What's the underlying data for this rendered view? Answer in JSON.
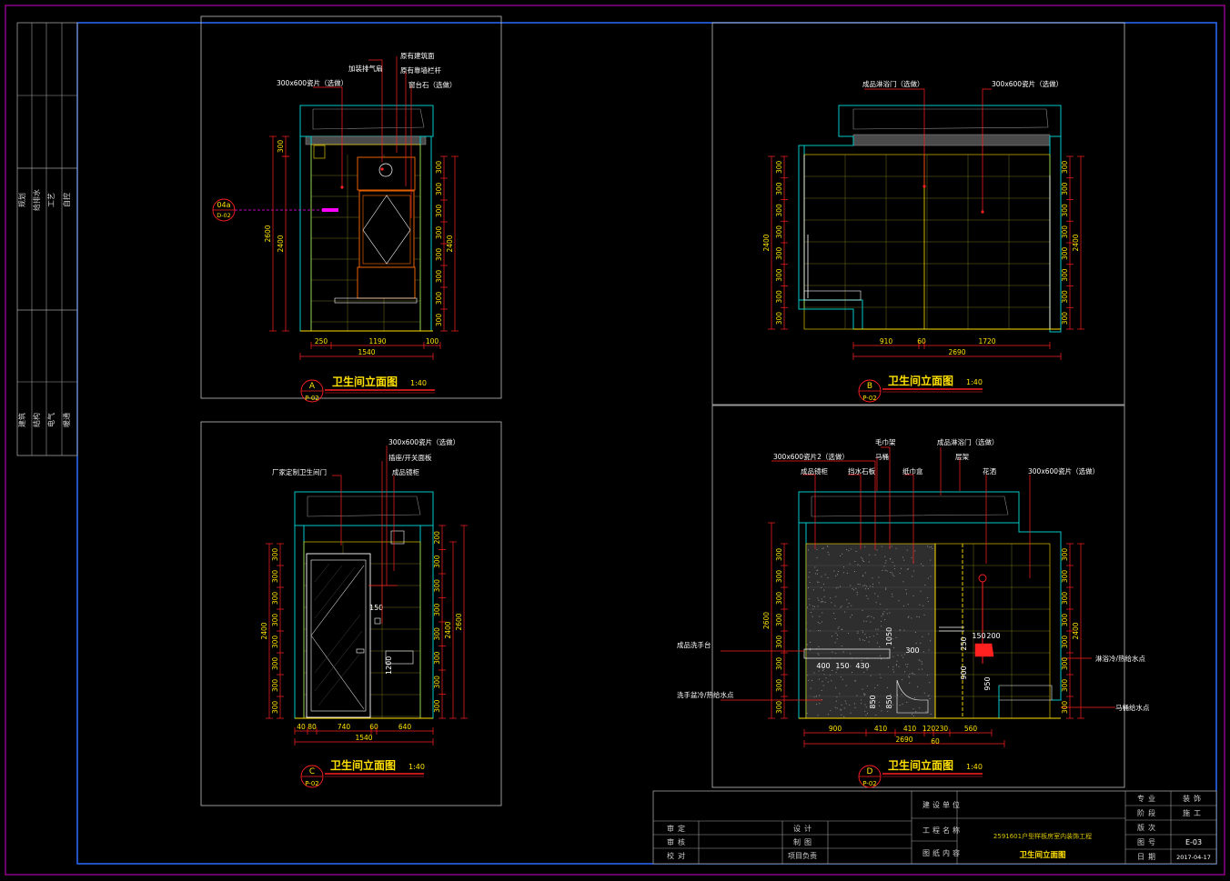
{
  "left_strip": {
    "upper": [
      "规划",
      "给排水",
      "工艺",
      "自控"
    ],
    "lower": [
      "建筑",
      "结构",
      "电气",
      "暖通"
    ]
  },
  "views": [
    {
      "id": "A",
      "sheet_ref": "P-02",
      "title": "卫生间立面图",
      "scale": "1:40",
      "callouts": [
        "原有建筑面",
        "原有靠墙栏杆",
        "加装排气扇",
        "窗台石（选做）",
        "300x600瓷片（选做）"
      ],
      "section_mark": {
        "id": "04a",
        "ref": "D-02"
      },
      "dims_bottom": [
        "250",
        "1190",
        "100"
      ],
      "total_bottom": "1540",
      "dims_right": [
        "300",
        "300",
        "300",
        "300",
        "300",
        "300",
        "300",
        "300"
      ],
      "dims_left": [
        "300",
        "2400",
        "2600"
      ],
      "dims_right_total": [
        "2400"
      ]
    },
    {
      "id": "B",
      "sheet_ref": "P-02",
      "title": "卫生间立面图",
      "scale": "1:40",
      "callouts": [
        "成品淋浴门（选做）",
        "300x600瓷片（选做）"
      ],
      "dims_bottom": [
        "910",
        "60",
        "1720"
      ],
      "total_bottom": "2690",
      "dims_right": [
        "300",
        "300",
        "300",
        "300",
        "300",
        "300",
        "300",
        "300"
      ],
      "dims_left": [
        "300",
        "300",
        "300",
        "300",
        "300",
        "300",
        "300",
        "300"
      ],
      "dims_left_total": [
        "2400"
      ],
      "dims_right_total": [
        "2400"
      ]
    },
    {
      "id": "C",
      "sheet_ref": "P-02",
      "title": "卫生间立面图",
      "scale": "1:40",
      "callouts": [
        "300x600瓷片（选做）",
        "插座/开关面板",
        "厂家定制卫生间门",
        "成品镜柜"
      ],
      "dims_bottom": [
        "40",
        "80",
        "740",
        "60",
        "640"
      ],
      "total_bottom": "1540",
      "inner_dims": [
        "150",
        "1200"
      ],
      "dims_right": [
        "200",
        "300",
        "300",
        "300",
        "300",
        "300",
        "300",
        "300"
      ],
      "dims_left": [
        "300",
        "300",
        "300",
        "300",
        "300",
        "300",
        "300",
        "300"
      ],
      "dims_left_total": [
        "2400"
      ],
      "dims_right_total": [
        "2400",
        "2600"
      ]
    },
    {
      "id": "D",
      "sheet_ref": "P-02",
      "title": "卫生间立面图",
      "scale": "1:40",
      "callouts": [
        "毛巾架",
        "成品淋浴门（选做）",
        "300x600瓷片2（选做）",
        "马桶",
        "层架",
        "成品镜柜",
        "挡水石板",
        "纸巾盒",
        "花洒",
        "300x600瓷片（选做）",
        "成品洗手台",
        "洗手盆冷/热给水点",
        "淋浴冷/热给水点",
        "马桶给水点"
      ],
      "dims_bottom": [
        "900",
        "410",
        "410",
        "120",
        "230",
        "560"
      ],
      "total_bottom": "2690",
      "sub_bottom": "60",
      "inner_dims": [
        "400",
        "150",
        "430",
        "1050",
        "300",
        "150",
        "200",
        "900",
        "950",
        "850",
        "850",
        "250"
      ],
      "dims_right": [
        "300",
        "300",
        "300",
        "300",
        "300",
        "300",
        "300",
        "300"
      ],
      "dims_left": [
        "300",
        "300",
        "300",
        "300",
        "300",
        "300",
        "300",
        "300"
      ],
      "dims_left_total": [
        "2600"
      ],
      "dims_right_total": [
        "2400"
      ]
    }
  ],
  "title_block": {
    "check": [
      "审定",
      "审核",
      "校对"
    ],
    "roles": [
      "设计",
      "制图",
      "项目负责"
    ],
    "owner_label": "建设单位",
    "project_label": "工程名称",
    "drawing_label": "图纸内容",
    "project_name": "2591601户型样板房室内装饰工程",
    "drawing_name": "卫生间立面图",
    "meta_labels": [
      "专业",
      "阶段",
      "版次",
      "图号",
      "日期"
    ],
    "meta_values": [
      "装饰",
      "施工",
      "",
      "E-03",
      "2017-04-17"
    ]
  }
}
